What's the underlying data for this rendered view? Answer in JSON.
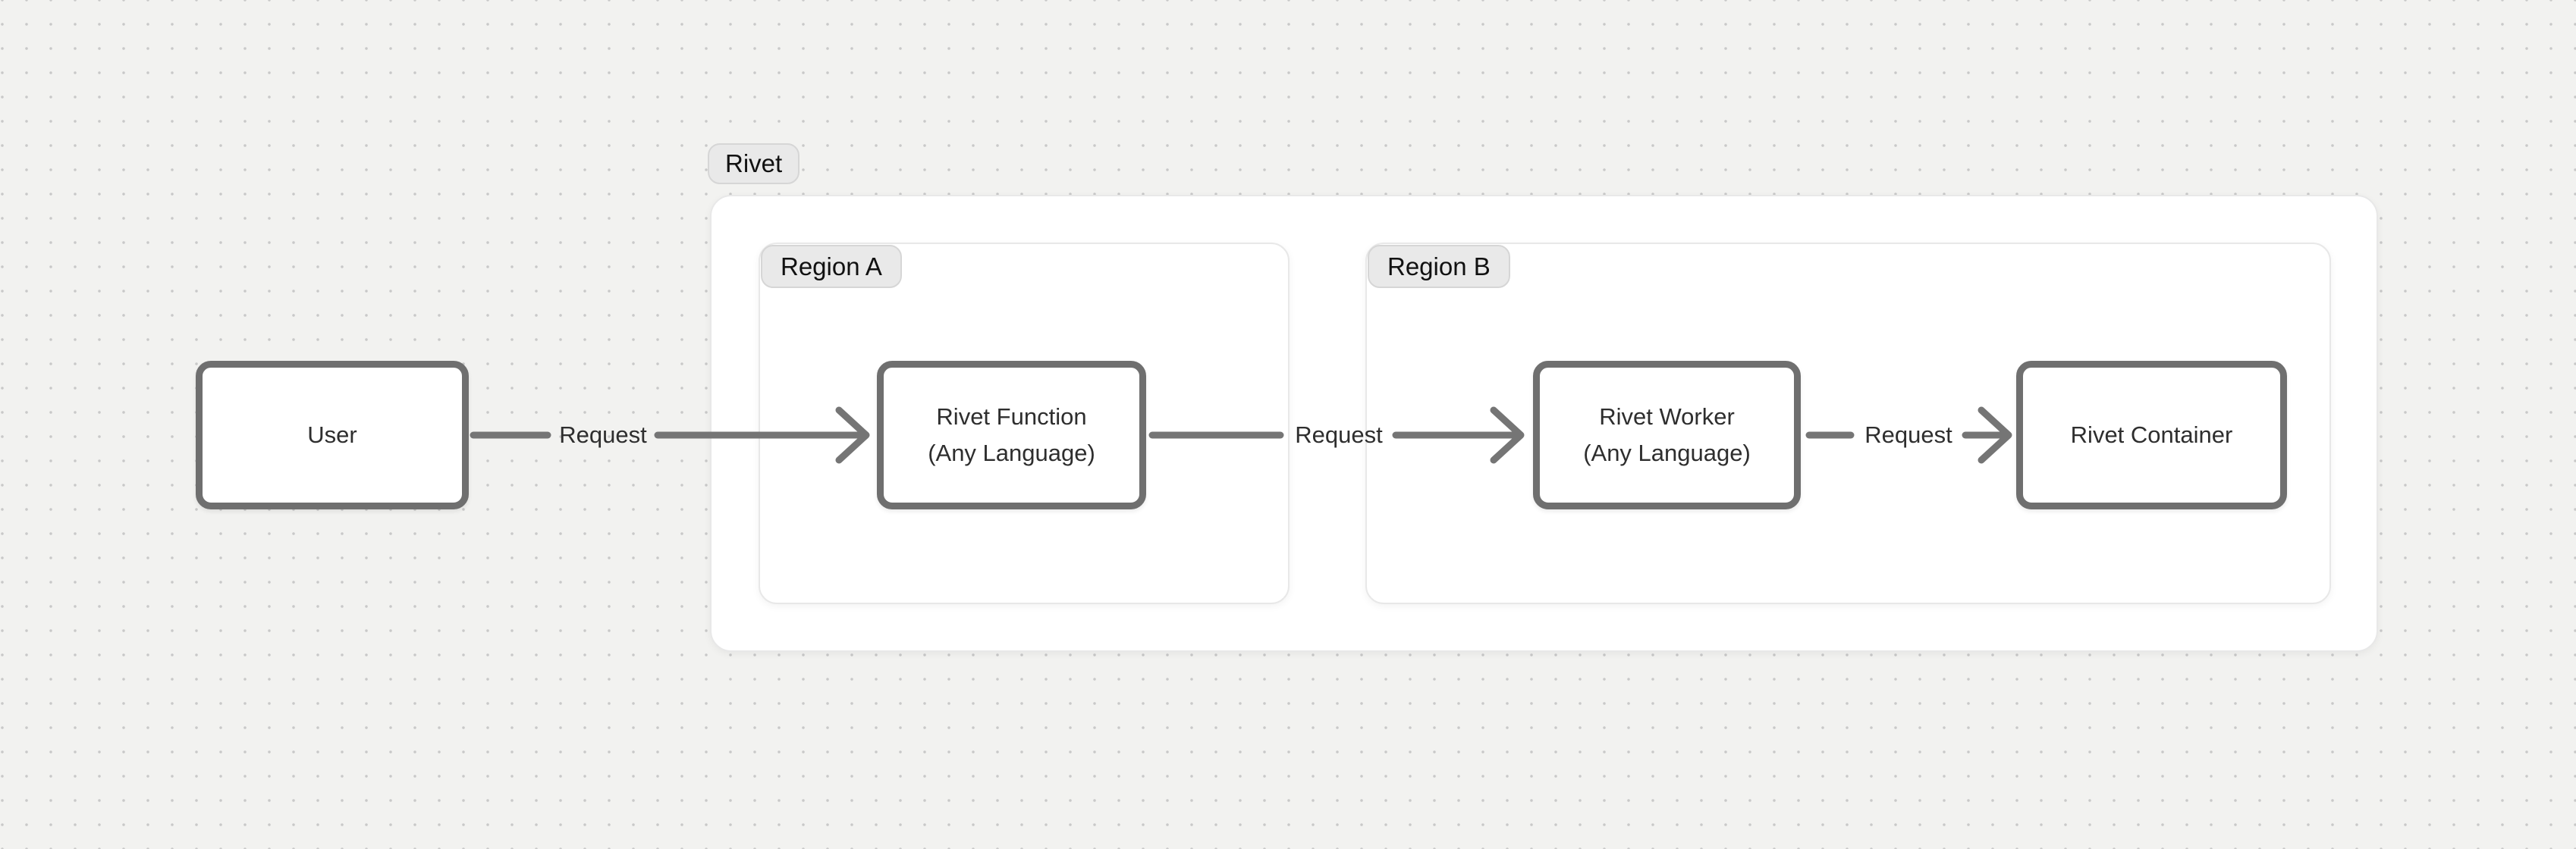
{
  "canvas": {
    "bg_color": "#f2f2f0",
    "dot_color": "#c8c8c8",
    "group": {
      "label": "Rivet"
    },
    "regions": [
      {
        "label": "Region A"
      },
      {
        "label": "Region B"
      }
    ],
    "nodes": [
      {
        "id": "user",
        "lines": [
          "User"
        ]
      },
      {
        "id": "rivet-function",
        "lines": [
          "Rivet Function",
          "(Any Language)"
        ]
      },
      {
        "id": "rivet-worker",
        "lines": [
          "Rivet Worker",
          "(Any Language)"
        ]
      },
      {
        "id": "rivet-container",
        "lines": [
          "Rivet Container"
        ]
      }
    ],
    "edges": [
      {
        "from": "user",
        "to": "rivet-function",
        "label": "Request"
      },
      {
        "from": "rivet-function",
        "to": "rivet-worker",
        "label": "Request"
      },
      {
        "from": "rivet-worker",
        "to": "rivet-container",
        "label": "Request"
      }
    ],
    "colors": {
      "node_border": "#6f6f6f",
      "arrow": "#757575",
      "panel_border": "#e8e8e8",
      "badge_bg": "#e9e9e9",
      "badge_border": "#d6d6d6",
      "text": "#2e2e2e"
    }
  }
}
